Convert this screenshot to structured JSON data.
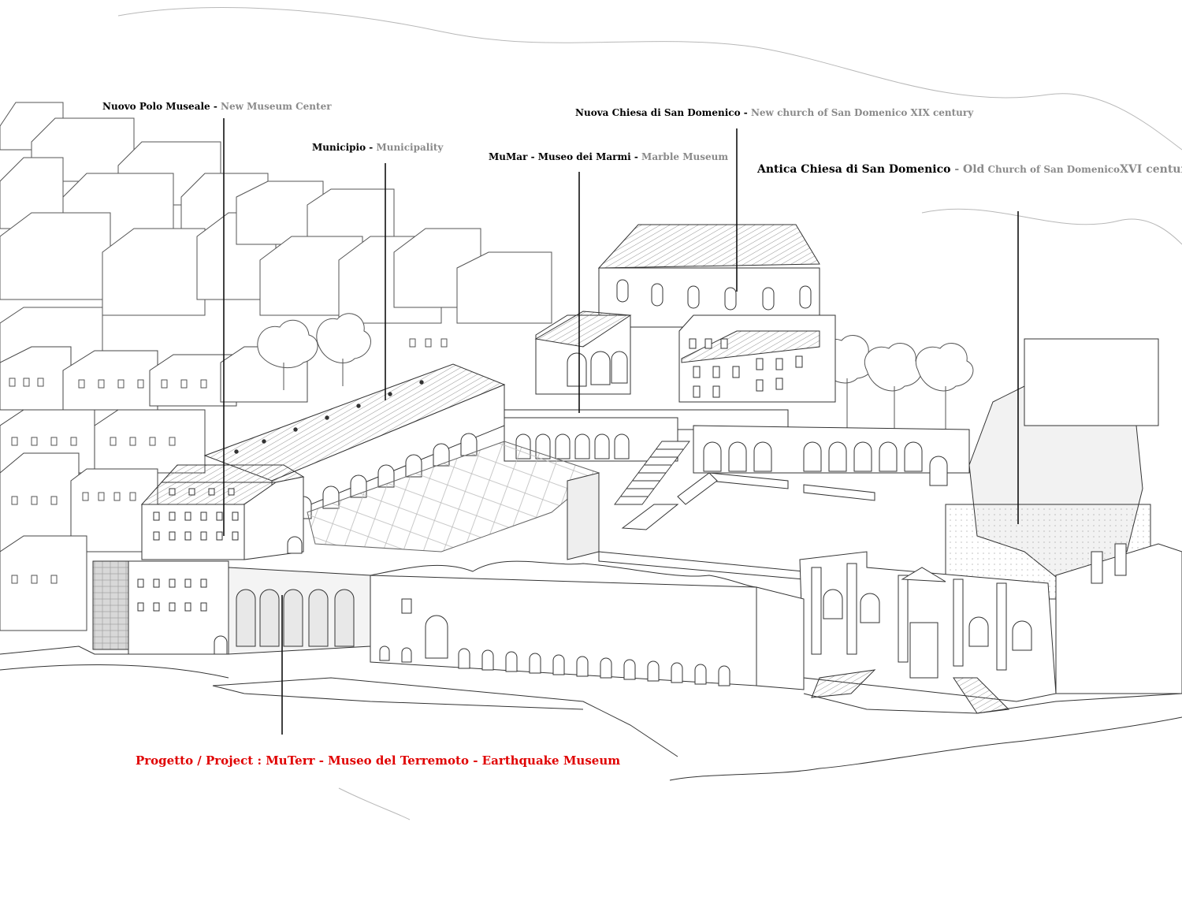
{
  "labels": {
    "museum_center": {
      "it": "Nuovo Polo Museale",
      "sep": " - ",
      "en": "New Museum Center"
    },
    "municipality": {
      "it": "Municipio",
      "sep": " - ",
      "en": "Municipality"
    },
    "marble_museum": {
      "it": "MuMar - Museo dei Marmi",
      "sep": " - ",
      "en": "Marble Museum"
    },
    "new_church": {
      "it": "Nuova Chiesa di San Domenico",
      "sep": " - ",
      "en": "New church of San Domenico XIX century"
    },
    "old_church": {
      "it": "Antica Chiesa di San Domenico",
      "sep": " - ",
      "en1": "Old",
      "en2": " Church of San Domenico",
      "en3": "XVI century"
    },
    "project": {
      "text": "Progetto / Project :  MuTerr -  Museo del Terremoto  -  Earthquake Museum"
    }
  },
  "colors": {
    "line": "#333333",
    "light_line": "#8a8a8a",
    "project_red": "#e00000",
    "label_grey": "#8a8a8a"
  }
}
